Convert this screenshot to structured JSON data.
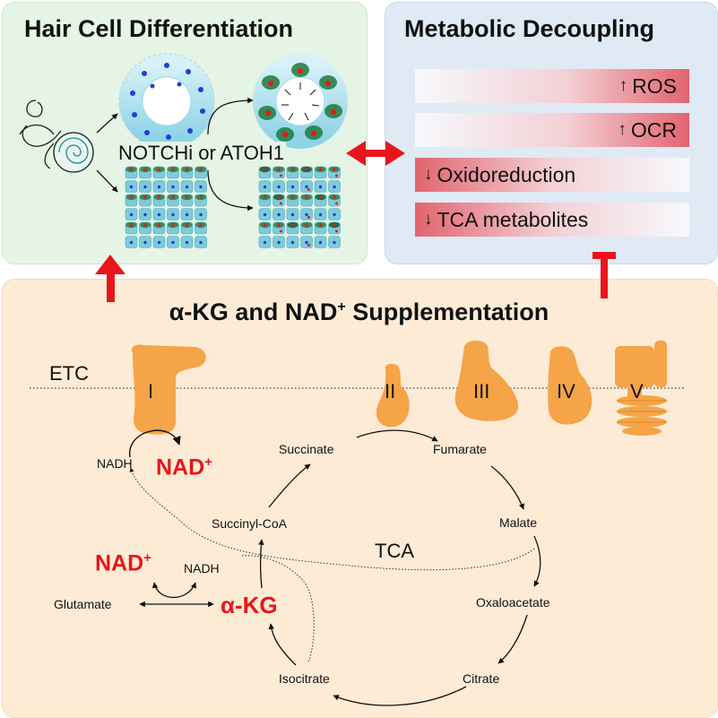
{
  "hair_cell": {
    "title": "Hair Cell Differentiation",
    "treatment_label": "NOTCHi or ATOH1"
  },
  "metabolic": {
    "title": "Metabolic Decoupling",
    "bars": [
      {
        "arrow": "↑",
        "label": "ROS"
      },
      {
        "arrow": "↑",
        "label": "OCR"
      },
      {
        "arrow": "↓",
        "label": "Oxidoreduction"
      },
      {
        "arrow": "↓",
        "label": "TCA metabolites"
      }
    ]
  },
  "supplement": {
    "title_prefix": "α-KG and NAD",
    "title_sup": "+",
    "title_suffix": " Supplementation",
    "etc_label": "ETC",
    "complexes": [
      "I",
      "II",
      "III",
      "IV",
      "V"
    ],
    "tca_label": "TCA",
    "metabolites": {
      "succinate": "Succinate",
      "fumarate": "Fumarate",
      "malate": "Malate",
      "oxaloacetate": "Oxaloacetate",
      "citrate": "Citrate",
      "isocitrate": "Isocitrate",
      "succinyl_coa": "Succinyl-CoA",
      "glutamate": "Glutamate",
      "nadh_top": "NADH",
      "nadh_bottom": "NADH",
      "nad_top": "NAD",
      "nad_bottom": "NAD",
      "nad_sup": "+",
      "akg": "α-KG"
    }
  },
  "colors": {
    "accent_red": "#e8161b",
    "complex_orange": "#f5a447",
    "panel_green": "#e5f4e4",
    "panel_blue": "#dfeaf5",
    "panel_peach": "#fdebd6"
  }
}
